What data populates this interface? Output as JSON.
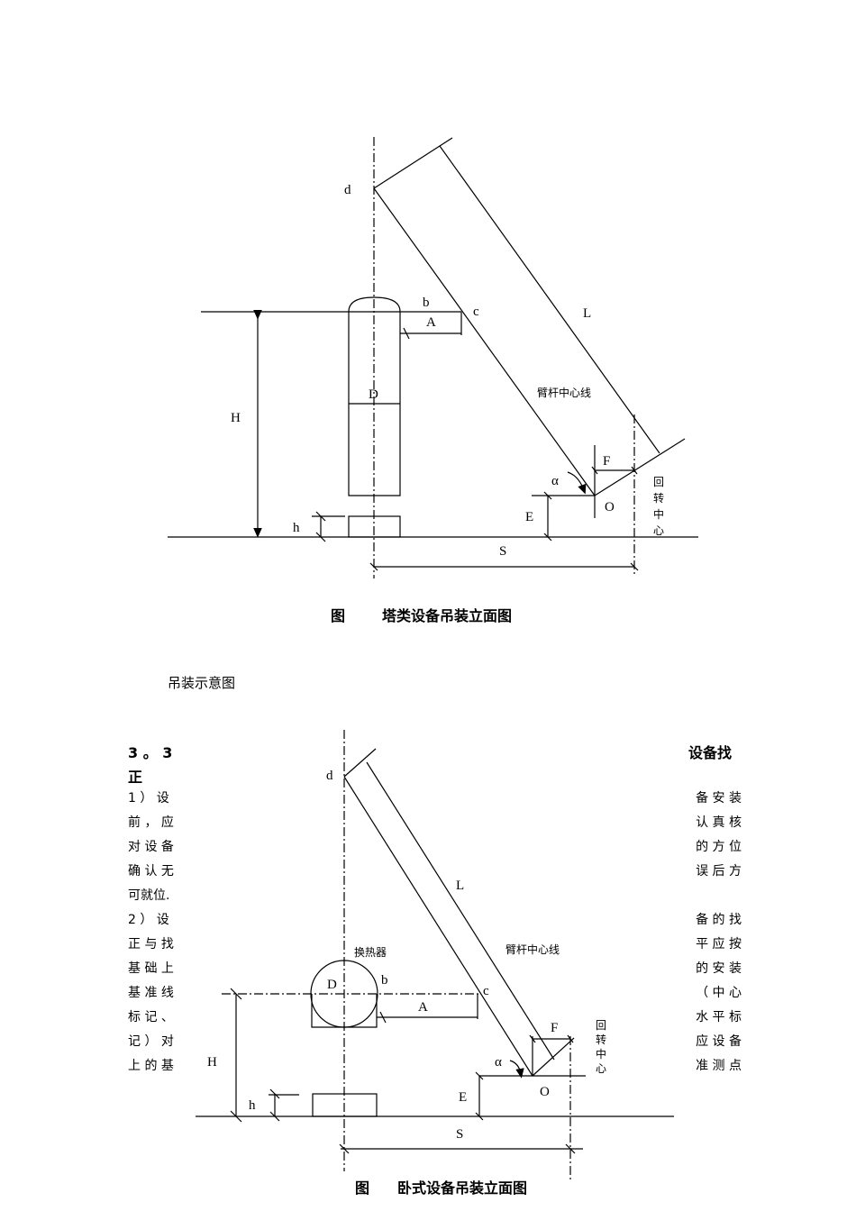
{
  "figure1": {
    "labels": {
      "d": "d",
      "b": "b",
      "c": "c",
      "A": "A",
      "L": "L",
      "D": "D",
      "H": "H",
      "boom_centerline": "臂杆中心线",
      "F": "F",
      "alpha": "α",
      "O": "O",
      "E": "E",
      "h": "h",
      "S": "S",
      "rotation_center": [
        "回",
        "转",
        "中",
        "心"
      ]
    },
    "caption_prefix": "图",
    "caption_title": "塔类设备吊装立面图"
  },
  "subheading": "吊装示意图",
  "section": {
    "heading_left": [
      "3 。 3",
      "正"
    ],
    "heading_right": "设备找",
    "left_lines": [
      "1 ） 设",
      "前 ， 应",
      "对 设 备",
      "确 认 无",
      "可就位.",
      "2 ） 设",
      "正 与 找",
      "基 础 上",
      "基 准 线",
      "标 记 、",
      "记 ） 对",
      "上 的 基"
    ],
    "right_lines": [
      "备 安 装",
      "认 真 核",
      "的 方 位",
      "误 后 方",
      "",
      "备 的 找",
      "平 应 按",
      "的 安 装",
      "（ 中 心",
      "水 平 标",
      "应 设 备",
      "准 测 点"
    ]
  },
  "figure2": {
    "labels": {
      "d": "d",
      "L": "L",
      "exchanger": "换热器",
      "boom_centerline": "臂杆中心线",
      "D": "D",
      "b": "b",
      "c": "c",
      "A": "A",
      "F": "F",
      "H": "H",
      "alpha": "α",
      "O": "O",
      "E": "E",
      "h": "h",
      "S": "S",
      "rotation_center": [
        "回",
        "转",
        "中",
        "心"
      ]
    },
    "caption_prefix": "图",
    "caption_title": "卧式设备吊装立面图"
  }
}
